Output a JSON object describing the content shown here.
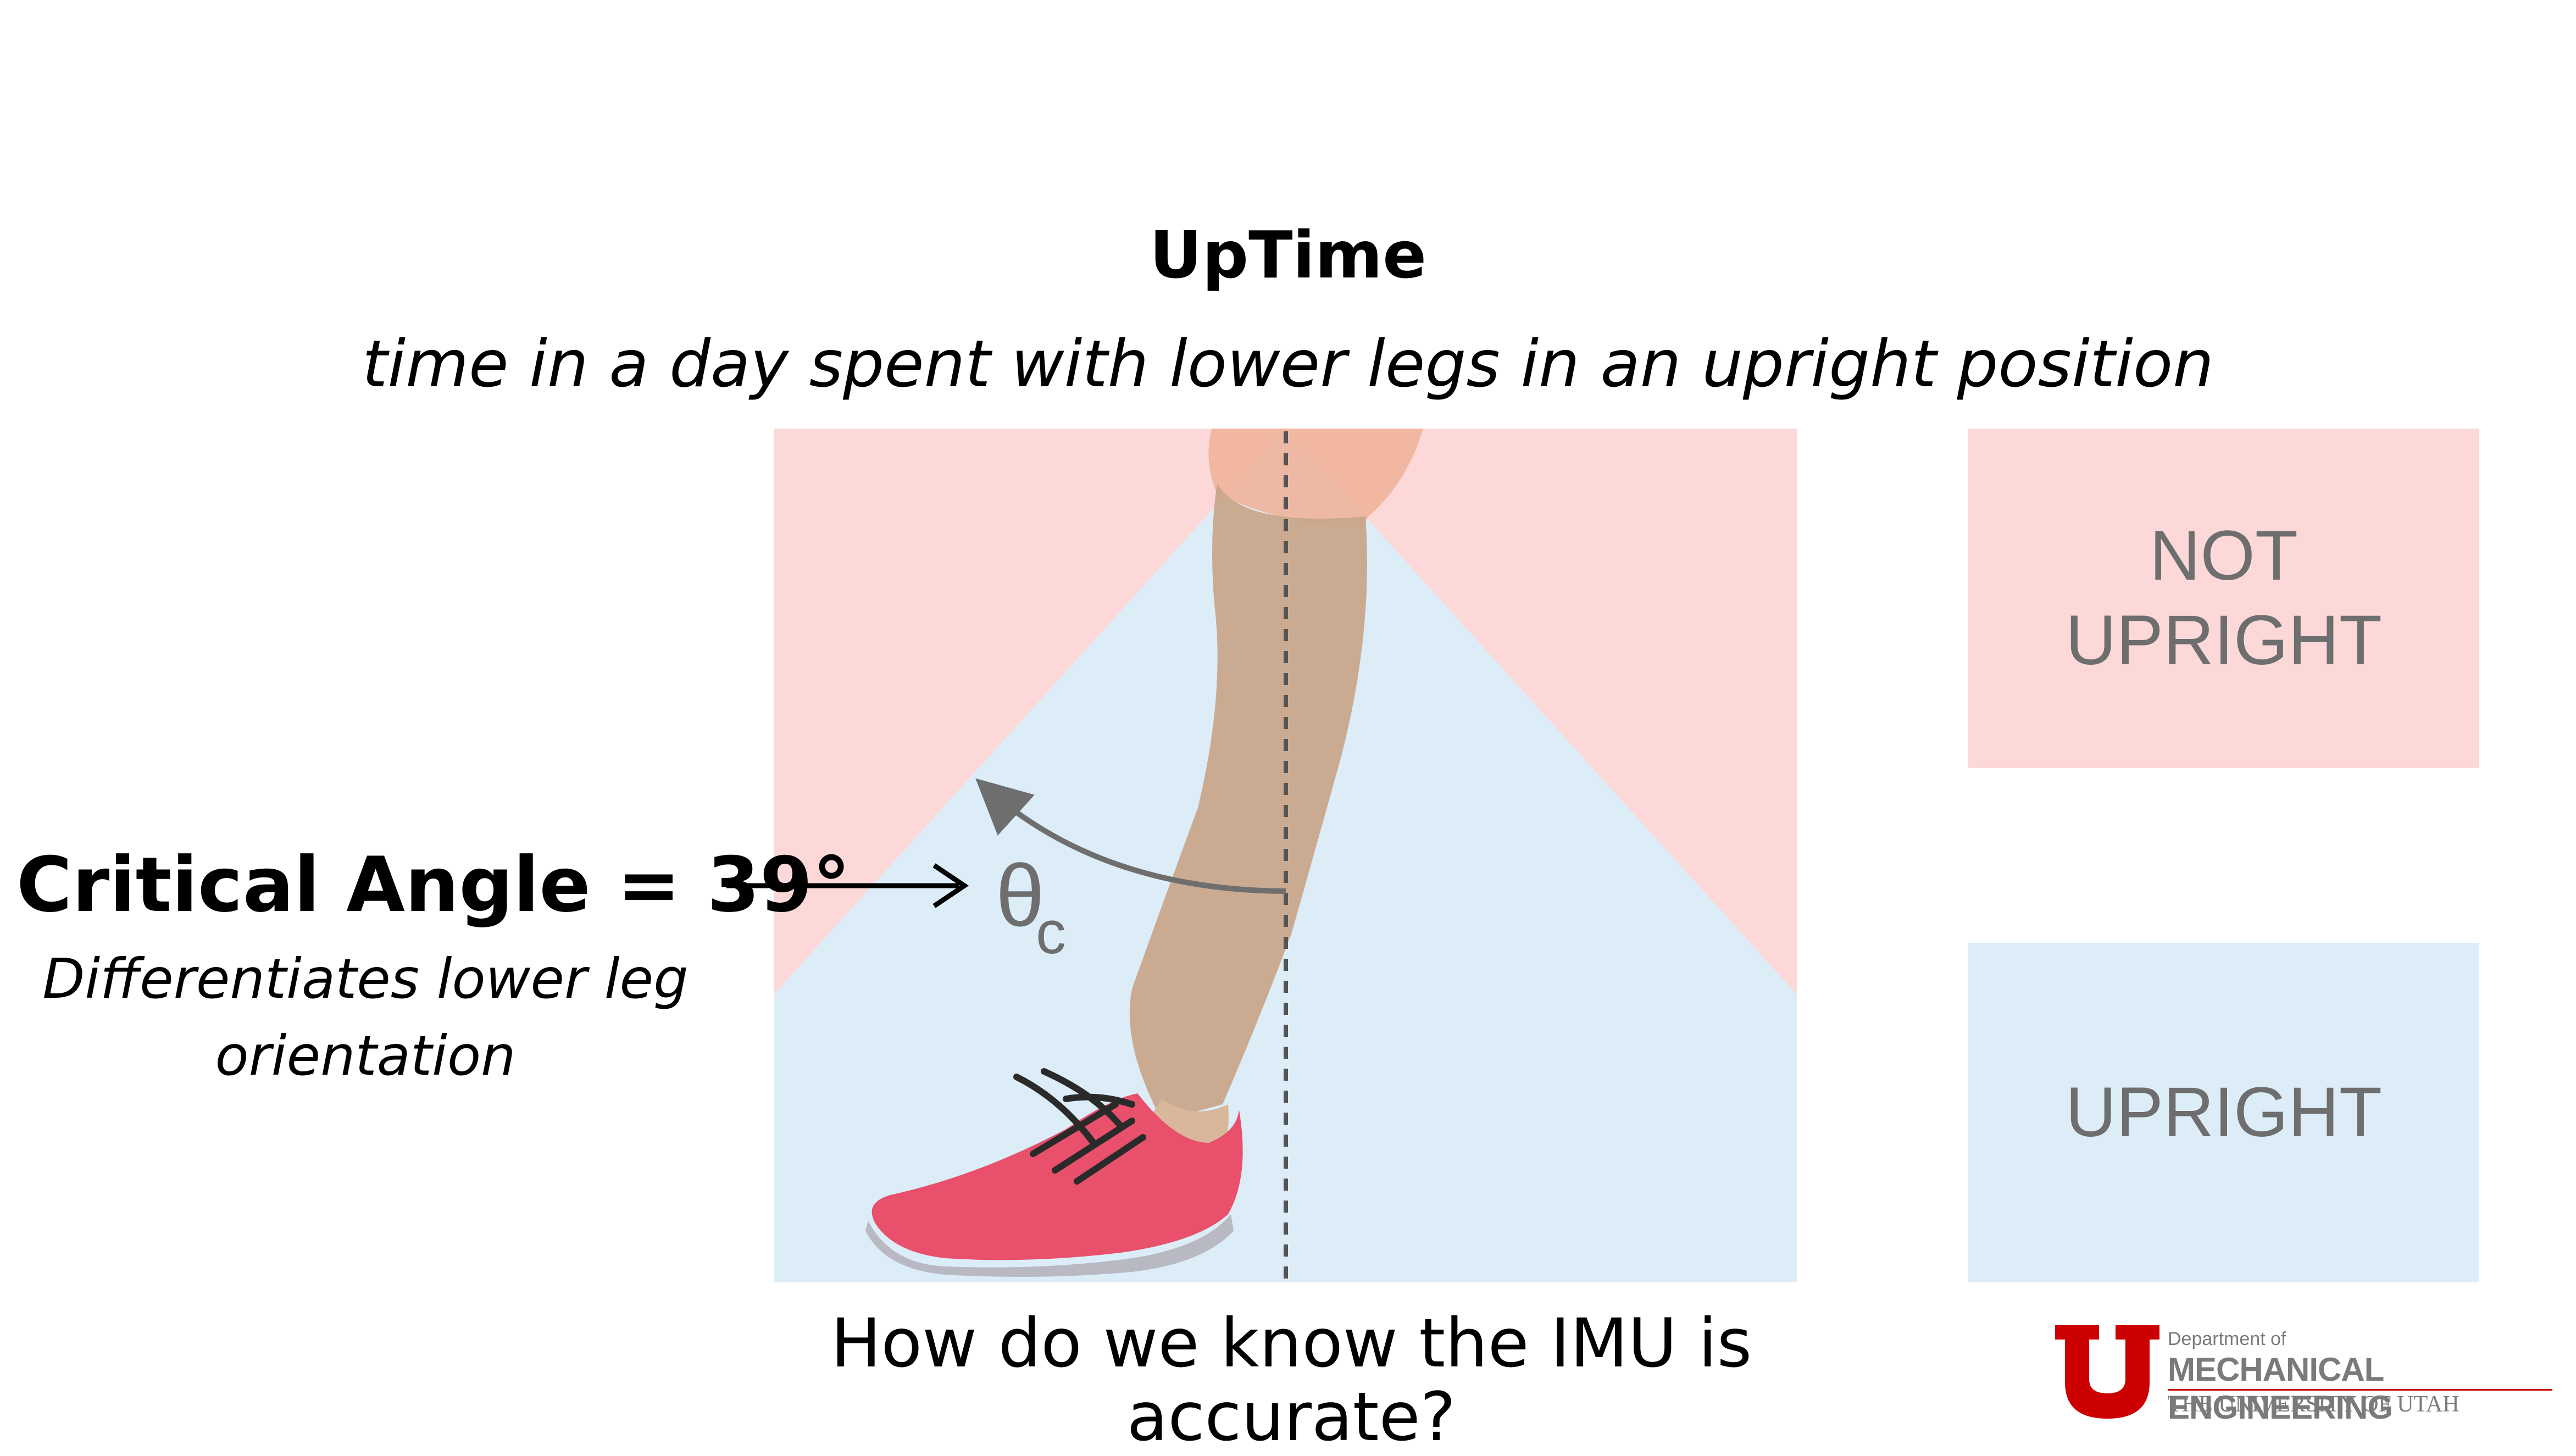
{
  "title": "UpTime",
  "subtitle": "time in a day spent with lower legs in an upright position",
  "critical_angle": {
    "label": "Critical Angle = 39°",
    "description": "Differentiates lower leg orientation",
    "theta_symbol": "θ",
    "theta_subscript": "c"
  },
  "legend": {
    "not_upright": "NOT UPRIGHT",
    "upright": "UPRIGHT"
  },
  "question": "How do we know the IMU is accurate?",
  "logo": {
    "department_line": "Department of",
    "department_name": "MECHANICAL ENGINEERING",
    "university": "THE UNIVERSITY OF UTAH"
  },
  "colors": {
    "not_upright_region": "#fcd9d8",
    "upright_region": "#dcedf8",
    "utah_red": "#cc0000",
    "label_gray": "#6e6e6e"
  }
}
